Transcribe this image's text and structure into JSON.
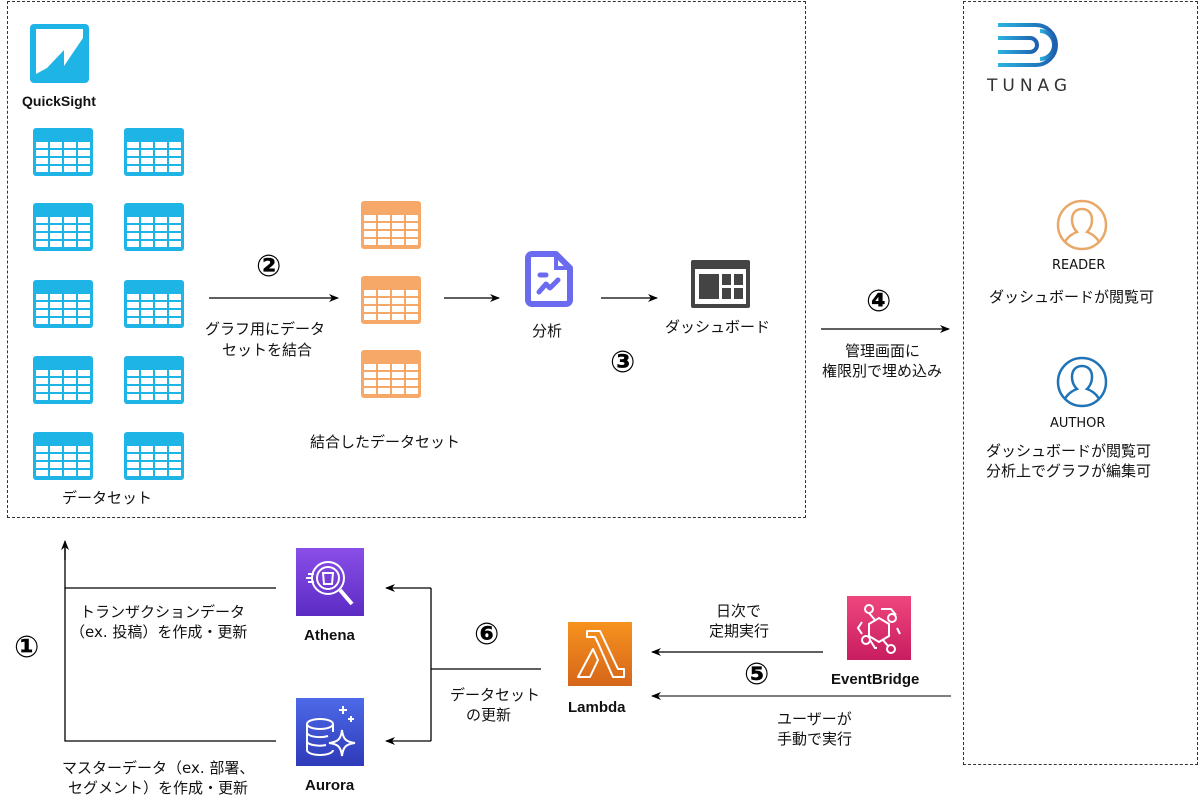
{
  "quicksight_area": {
    "logo_label": "QuickSight",
    "datasets_label": "データセット",
    "dataset_count": 10,
    "step2": {
      "number": "②",
      "caption": [
        "グラフ用にデータ",
        "セットを結合"
      ]
    },
    "joined_label": "結合したデータセット",
    "joined_count": 3,
    "analysis_label": "分析",
    "step3": {
      "number": "③"
    },
    "dashboard_label": "ダッシュボード"
  },
  "embed_step": {
    "number": "④",
    "caption": [
      "管理画面に",
      "権限別で埋め込み"
    ]
  },
  "tunag_area": {
    "logo_text": "TUNAG",
    "roles": [
      {
        "name": "READER",
        "description": [
          "ダッシュボードが閲覧可"
        ],
        "color": "#E8A868"
      },
      {
        "name": "AUTHOR",
        "description": [
          "ダッシュボードが閲覧可",
          "分析上でグラフが編集可"
        ],
        "color": "#1F73B7"
      }
    ]
  },
  "step1": {
    "number": "①",
    "transaction_caption": [
      "トランザクションデータ",
      "（ex. 投稿）を作成・更新"
    ],
    "master_caption": [
      "マスターデータ（ex. 部署、",
      "セグメント）を作成・更新"
    ]
  },
  "services": {
    "athena": "Athena",
    "aurora": "Aurora",
    "lambda": "Lambda",
    "eventbridge": "EventBridge"
  },
  "step6": {
    "number": "⑥",
    "caption": [
      "データセット",
      "の更新"
    ]
  },
  "step5": {
    "number": "⑤",
    "scheduled_caption": [
      "日次で",
      "定期実行"
    ],
    "manual_caption": [
      "ユーザーが",
      "手動で実行"
    ]
  },
  "colors": {
    "quicksight_blue": "#1EB4E6",
    "joined_orange": "#F5A868",
    "analysis_purple": "#6B6BF0",
    "dashboard_gray": "#444444",
    "athena_purple": "#7B3FE4",
    "aurora_blue": "#3B48CC",
    "lambda_orange": "#E8801A",
    "eventbridge_pink": "#D6256A",
    "tunag_blue": "#1E6FB8"
  }
}
